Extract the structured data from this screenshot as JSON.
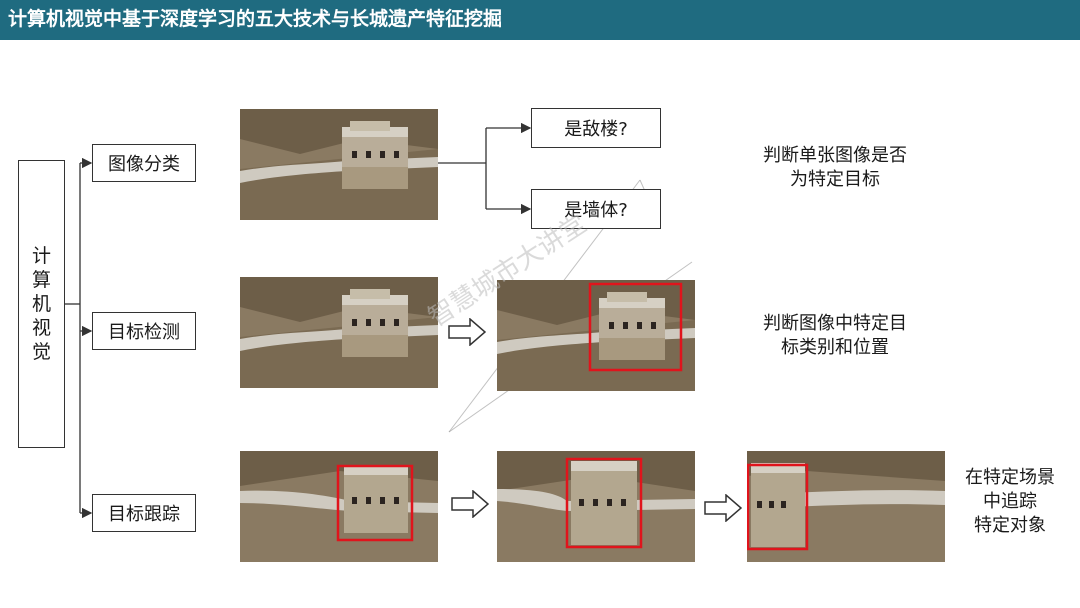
{
  "header": {
    "title": "计算机视觉中基于深度学习的五大技术与长城遗产特征挖掘"
  },
  "root": {
    "label": "计算机视觉"
  },
  "tasks": [
    {
      "label": "图像分类",
      "description": "判断单张图像是否为特定目标",
      "desc_lines": [
        "判断单张图像是否",
        "为特定目标"
      ]
    },
    {
      "label": "目标检测",
      "description": "判断图像中特定目标类别和位置",
      "desc_lines": [
        "判断图像中特定目",
        "标类别和位置"
      ]
    },
    {
      "label": "目标跟踪",
      "description": "在特定场景中追踪特定对象",
      "desc_lines": [
        "在特定场景",
        "中追踪",
        "特定对象"
      ]
    }
  ],
  "classification_questions": [
    "是敌楼?",
    "是墙体?"
  ],
  "watermark": {
    "text": "智慧城市大讲堂"
  },
  "colors": {
    "header_bg": "#1f6b80",
    "bbox_red": "#e0141c",
    "line": "#333333"
  }
}
